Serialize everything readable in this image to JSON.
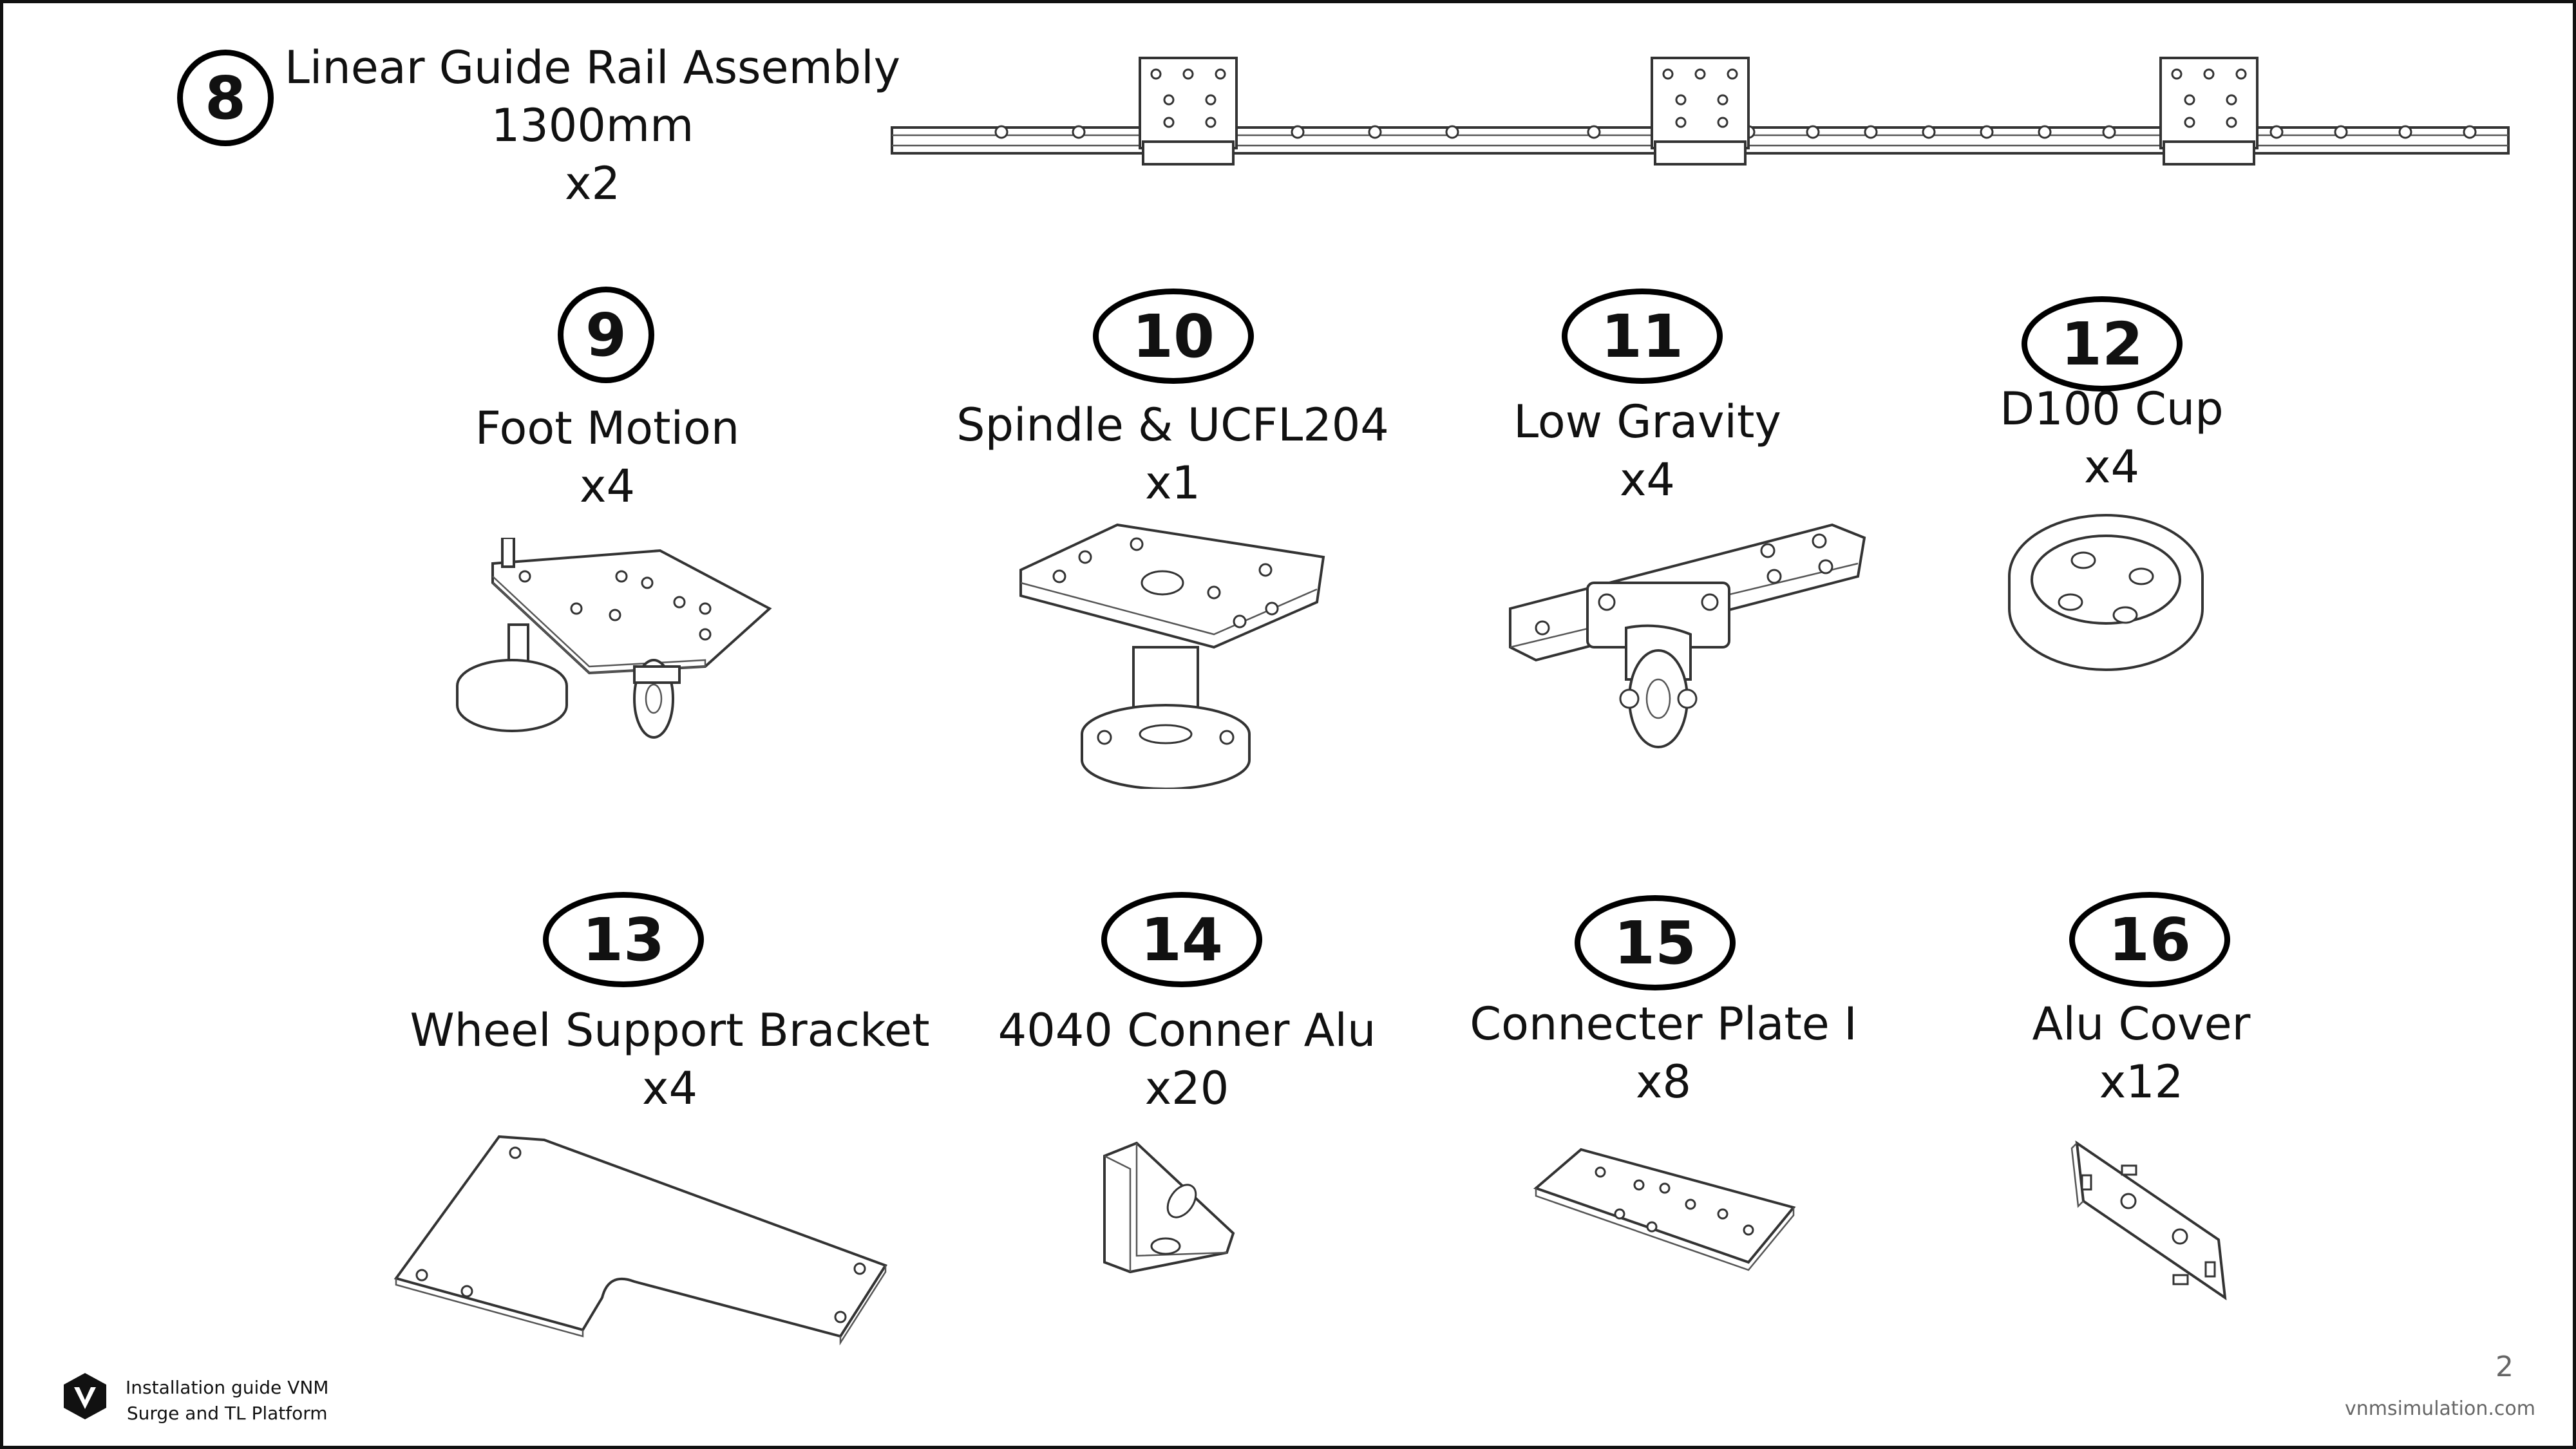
{
  "parts": [
    {
      "number": "8",
      "name": "Linear Guide Rail Assembly",
      "size": "1300mm",
      "qty": "x2",
      "icon": "linear-rail-icon"
    },
    {
      "number": "9",
      "name": "Foot Motion",
      "qty": "x4",
      "icon": "foot-motion-icon"
    },
    {
      "number": "10",
      "name": "Spindle & UCFL204",
      "qty": "x1",
      "icon": "spindle-icon"
    },
    {
      "number": "11",
      "name": "Low Gravity",
      "qty": "x4",
      "icon": "low-gravity-icon"
    },
    {
      "number": "12",
      "name": "D100 Cup",
      "qty": "x4",
      "icon": "cup-icon"
    },
    {
      "number": "13",
      "name": "Wheel Support Bracket",
      "qty": "x4",
      "icon": "bracket-icon"
    },
    {
      "number": "14",
      "name": "4040 Conner Alu",
      "qty": "x20",
      "icon": "corner-alu-icon"
    },
    {
      "number": "15",
      "name": "Connecter Plate I",
      "qty": "x8",
      "icon": "connecter-plate-icon"
    },
    {
      "number": "16",
      "name": "Alu Cover",
      "qty": "x12",
      "icon": "alu-cover-icon"
    }
  ],
  "footer": {
    "guide_line1": "Installation guide VNM",
    "guide_line2": "Surge and TL Platform",
    "page_number": "2",
    "website": "vnmsimulation.com",
    "logo_icon": "vnm-logo-icon"
  }
}
